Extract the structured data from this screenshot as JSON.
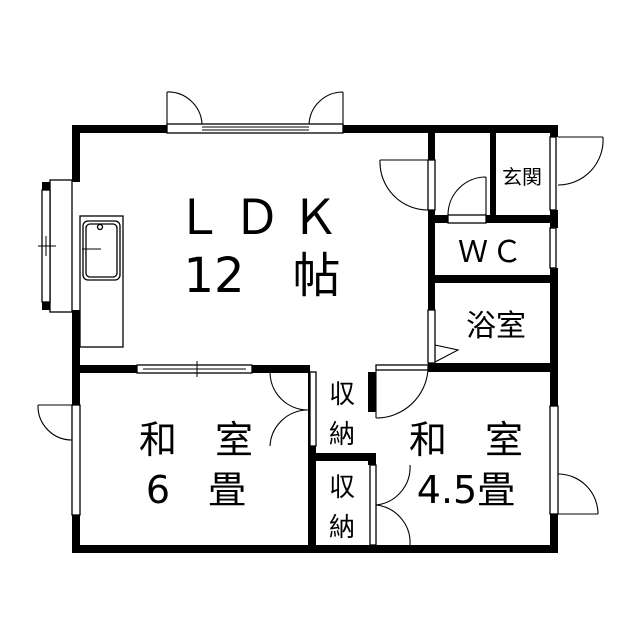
{
  "rooms": {
    "ldk": {
      "name": "ＬＤＫ",
      "size": "12　帖"
    },
    "genkan": {
      "name": "玄関"
    },
    "wc": {
      "name": "ＷＣ"
    },
    "bath": {
      "name": "浴室"
    },
    "closet_upper": {
      "line1": "収",
      "line2": "納"
    },
    "closet_lower": {
      "line1": "収",
      "line2": "納"
    },
    "washitsu6": {
      "name": "和　室",
      "size": "6　畳"
    },
    "washitsu45": {
      "name": "和　室",
      "size": "4.5畳"
    }
  }
}
